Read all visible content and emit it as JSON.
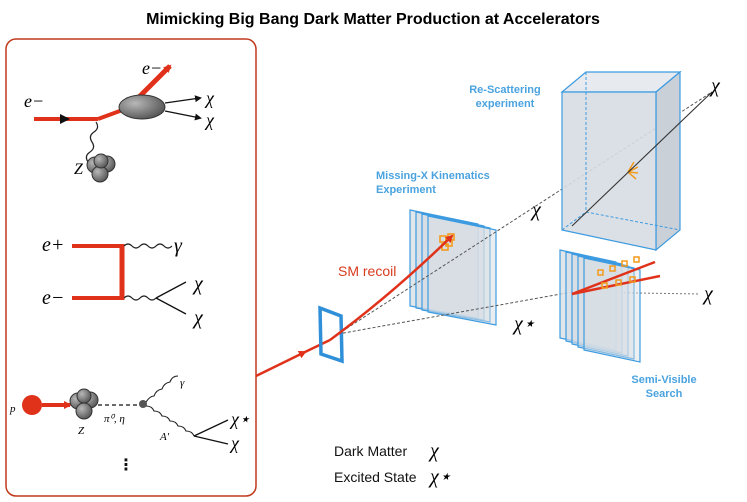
{
  "title": "Mimicking Big Bang Dark Matter Production at Accelerators",
  "panel1": {
    "incoming": "e−",
    "outgoing": "e−",
    "chi_upper": "χ",
    "chi_lower": "χ",
    "nucleus": "Z"
  },
  "panel2": {
    "positron": "e+",
    "electron": "e−",
    "photon": "γ",
    "chi_upper": "χ",
    "chi_lower": "χ"
  },
  "panel3": {
    "proton": "p",
    "nucleus": "Z",
    "meson": "π⁰, η",
    "photon": "γ",
    "mediator": "A′",
    "chi_star": "χ⋆",
    "chi": "χ",
    "more": "⋮"
  },
  "detectors": {
    "rescattering": [
      "Re-Scattering",
      "experiment"
    ],
    "missing_x": [
      "Missing-X Kinematics",
      "Experiment"
    ],
    "semi_visible": [
      "Semi-Visible",
      "Search"
    ],
    "sm_recoil": "SM recoil",
    "chi_far": "χ",
    "chi_mid": "χ",
    "chi_right": "χ",
    "chi_star": "χ⋆"
  },
  "legend": {
    "dark_matter_label": "Dark Matter",
    "dark_matter_symbol": "χ",
    "excited_label": "Excited State",
    "excited_symbol": "χ⋆"
  },
  "colors": {
    "red": "#e0321b",
    "blue": "#3d9be0",
    "detector_fill": "#d7dde4",
    "panel_border": "#c0391b",
    "blob": "#7d7d7d"
  }
}
